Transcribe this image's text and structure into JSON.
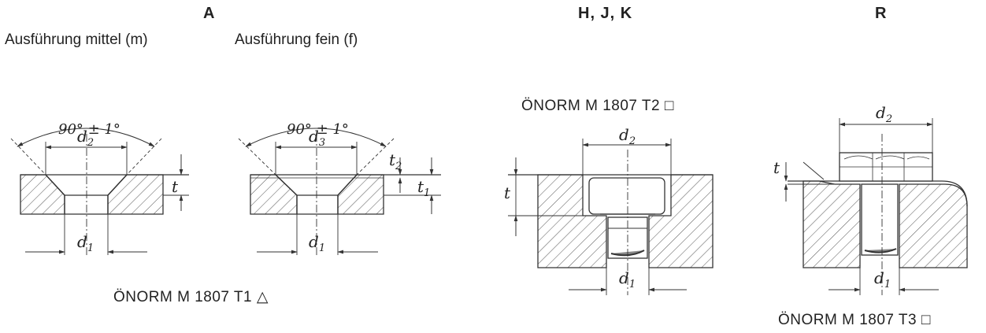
{
  "headings": {
    "a": "A",
    "hjk": "H, J, K",
    "r": "R"
  },
  "subtitles": {
    "medium": "Ausführung mittel (m)",
    "fine": "Ausführung fein (f)"
  },
  "standards": {
    "t1": "ÖNORM M 1807 T1",
    "t1_symbol": "△",
    "t2": "ÖNORM M 1807 T2",
    "t2_symbol": "□",
    "t3": "ÖNORM M 1807 T3",
    "t3_symbol": "□"
  },
  "dimensions": {
    "angle": "90° ± 1°",
    "d": "d",
    "t": "t",
    "sub_1": "1",
    "sub_2": "2",
    "sub_3": "3"
  }
}
